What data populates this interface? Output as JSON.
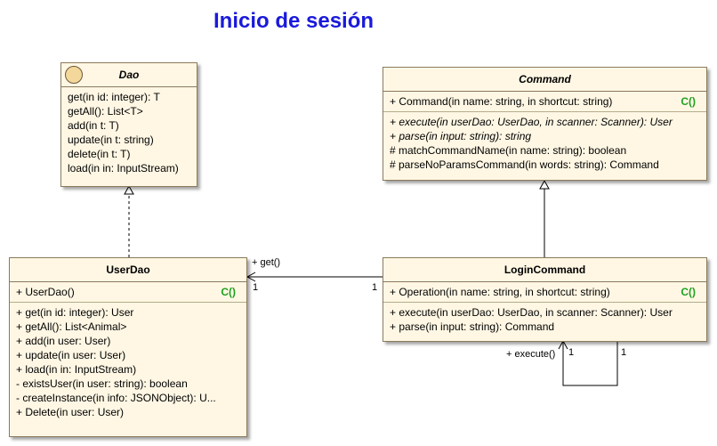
{
  "title": "Inicio de sesión",
  "dao": {
    "name": "Dao",
    "methods": [
      "get(in id: integer): T",
      "getAll(): List<T>",
      "add(in t: T)",
      "update(in t: string)",
      "delete(in t: T)",
      "load(in in: InputStream)"
    ]
  },
  "command": {
    "name": "Command",
    "ctor": "+ Command(in name: string, in shortcut: string)",
    "ctor_badge": "C()",
    "methods": [
      "+ execute(in userDao: UserDao, in scanner: Scanner): User",
      "+ parse(in input: string): string",
      "# matchCommandName(in name: string): boolean",
      "# parseNoParamsCommand(in words: string): Command"
    ]
  },
  "userdao": {
    "name": "UserDao",
    "ctor": "+ UserDao()",
    "ctor_badge": "C()",
    "methods": [
      "+ get(in id: integer): User",
      "+ getAll(): List<Animal>",
      "+ add(in user: User)",
      "+ update(in user: User)",
      "+ load(in in: InputStream)",
      "- existsUser(in user: string): boolean",
      "- createInstance(in info: JSONObject): U...",
      "+ Delete(in user: User)"
    ]
  },
  "login": {
    "name": "LoginCommand",
    "ctor": "+ Operation(in name: string, in shortcut: string)",
    "ctor_badge": "C()",
    "methods": [
      "+ execute(in userDao: UserDao, in scanner: Scanner): User",
      "+ parse(in input: string): Command"
    ]
  },
  "assoc_get": {
    "label": "+ get()",
    "mult_left": "1",
    "mult_right": "1"
  },
  "assoc_execute": {
    "label": "+ execute()",
    "mult_left": "1",
    "mult_right": "1"
  }
}
